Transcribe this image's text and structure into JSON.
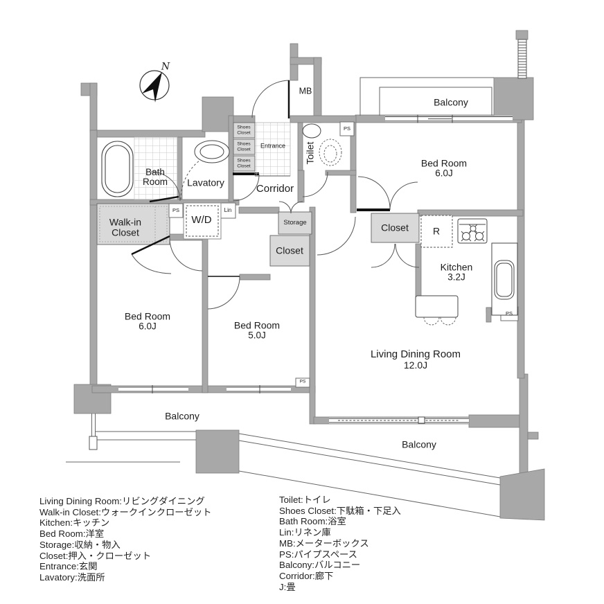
{
  "compass": {
    "north": "N"
  },
  "rooms": {
    "bath_room": {
      "l1": "Bath",
      "l2": "Room"
    },
    "lavatory": "Lavatory",
    "corridor": "Corridor",
    "entrance": "Entrance",
    "mb": "MB",
    "toilet": "Toilet",
    "shoes_closet": {
      "l1": "Shoes",
      "l2": "Closet"
    },
    "walk_in_closet": {
      "l1": "Walk-in",
      "l2": "Closet"
    },
    "wd": "W/D",
    "lin": "Lin",
    "ps": "PS",
    "storage": "Storage",
    "closet": "Closet",
    "refrigerator": "R",
    "kitchen": {
      "name": "Kitchen",
      "size": "3.2J"
    },
    "bedroom_ne": {
      "name": "Bed Room",
      "size": "6.0J"
    },
    "bedroom_sw": {
      "name": "Bed Room",
      "size": "6.0J"
    },
    "bedroom_s": {
      "name": "Bed Room",
      "size": "5.0J"
    },
    "living_dining": {
      "name": "Living Dining Room",
      "size": "12.0J"
    },
    "balcony": "Balcony"
  },
  "legend": {
    "left": [
      "Living Dining Room:リビングダイニング",
      "Walk-in Closet:ウォークインクローゼット",
      "Kitchen:キッチン",
      "Bed Room:洋室",
      "Storage:収納・物入",
      "Closet:押入・クローゼット",
      "Entrance:玄関",
      "Lavatory:洗面所"
    ],
    "right": [
      "Toilet:トイレ",
      "Shoes Closet:下駄箱・下足入",
      "Bath Room:浴室",
      "Lin:リネン庫",
      "MB:メーターボックス",
      "PS:パイプスペース",
      "Balcony:バルコニー",
      "Corridor:廊下",
      "J:畳"
    ]
  },
  "colors": {
    "wall": "#a8a8a8",
    "closet_fill": "#d9d9d9",
    "line": "#555555",
    "text": "#1b1b1b"
  }
}
